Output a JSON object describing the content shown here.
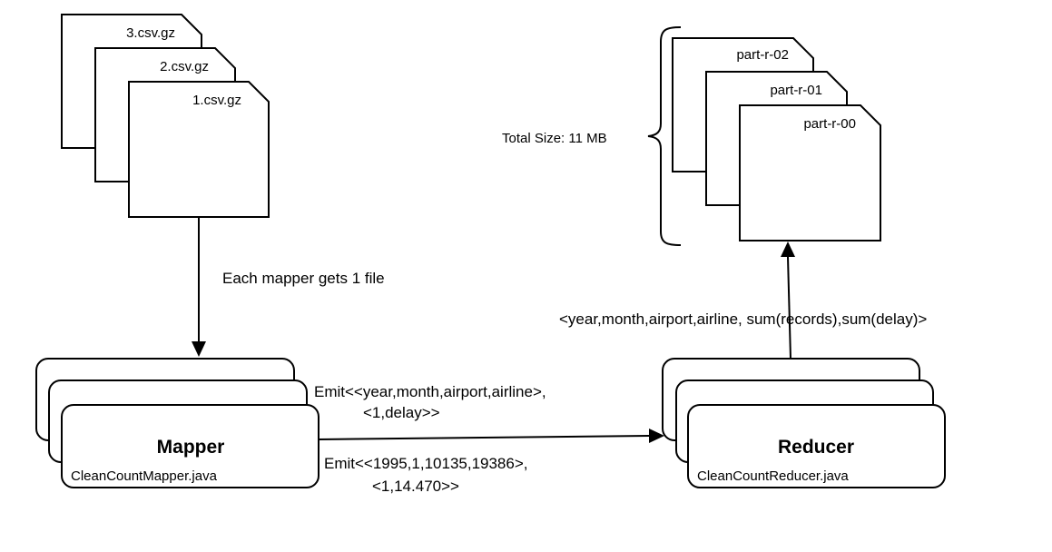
{
  "input_files": [
    "3.csv.gz",
    "2.csv.gz",
    "1.csv.gz"
  ],
  "output_files": [
    "part-r-02",
    "part-r-01",
    "part-r-00"
  ],
  "total_size_label": "Total Size: 11 MB",
  "split_label": "Each mapper gets 1 file",
  "mapper": {
    "title": "Mapper",
    "class_name": "CleanCountMapper.java"
  },
  "reducer": {
    "title": "Reducer",
    "class_name": "CleanCountReducer.java"
  },
  "emit_schema": {
    "line1": "Emit<<year,month,airport,airline>,",
    "line2": "<1,delay>>"
  },
  "emit_example": {
    "line1": "Emit<<1995,1,10135,19386>,",
    "line2": "<1,14.470>>"
  },
  "reducer_output_label": "<year,month,airport,airline, sum(records),sum(delay)>"
}
